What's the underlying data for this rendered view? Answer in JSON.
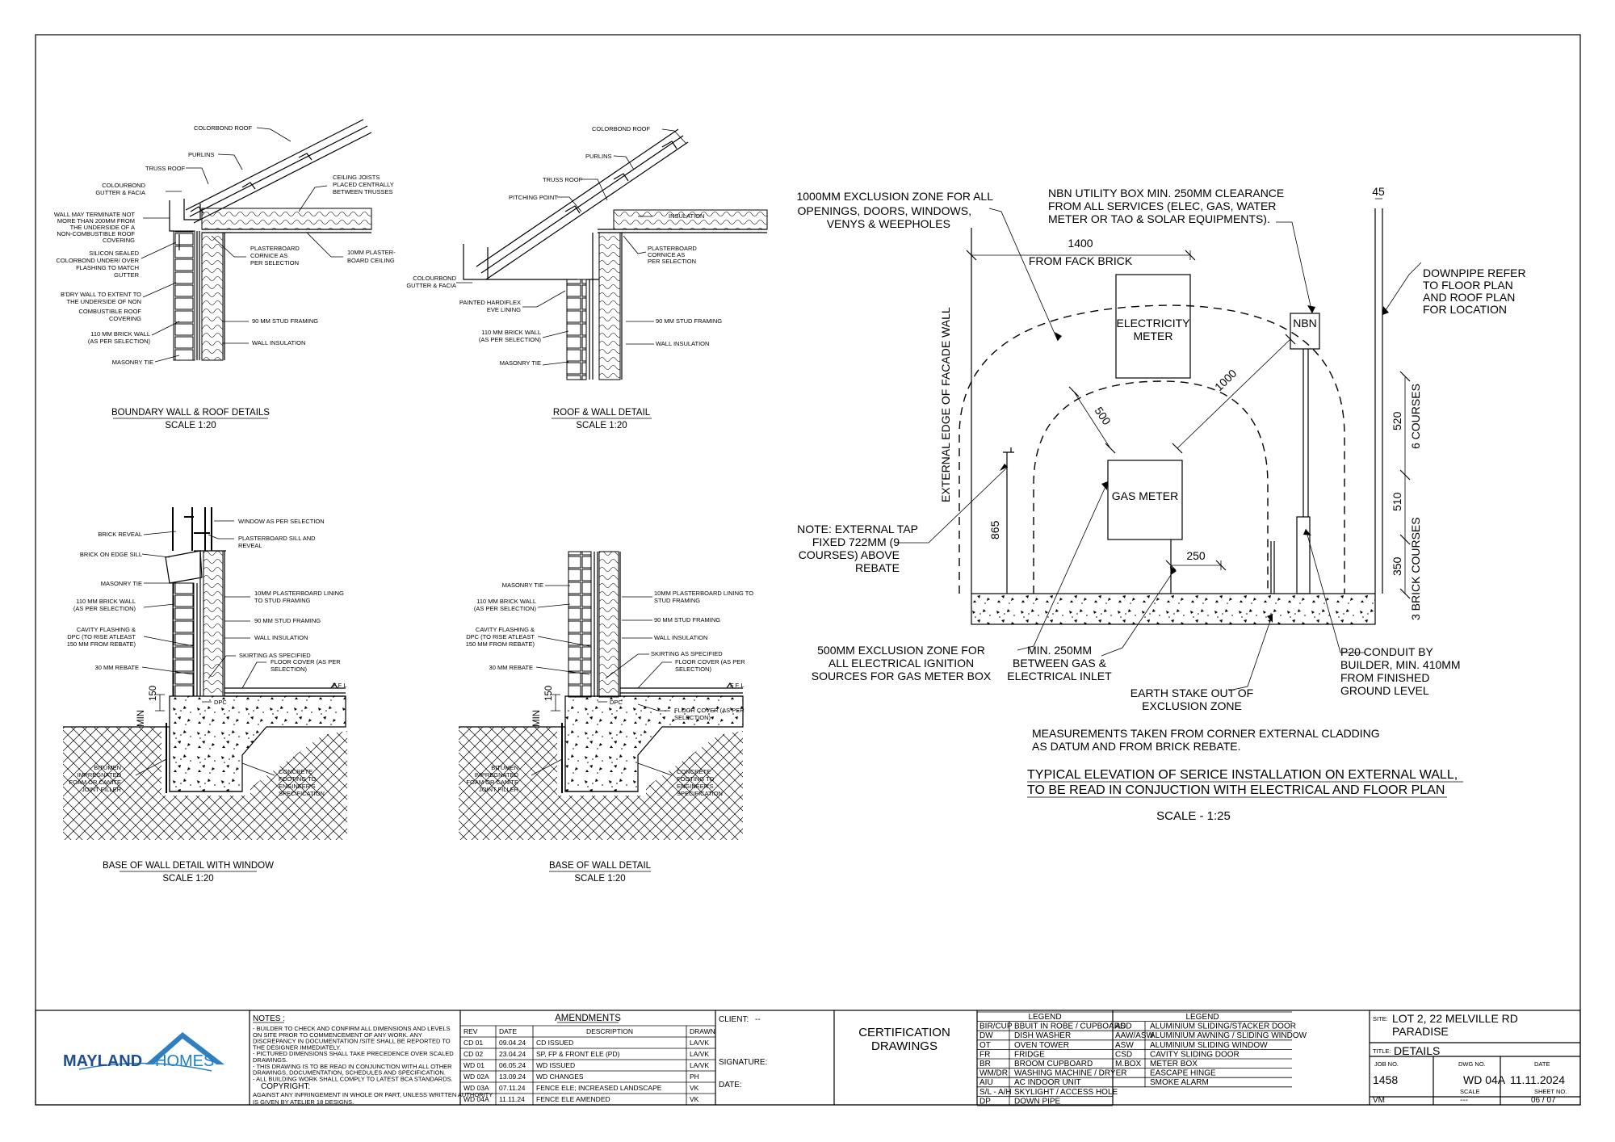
{
  "details": {
    "d1": {
      "title": "BOUNDARY WALL & ROOF DETAILS",
      "scale": "SCALE 1:20",
      "labels": {
        "colorbond_roof": "COLORBOND ROOF",
        "purlins": "PURLINS",
        "truss_roof": "TRUSS ROOF",
        "gutter_1": "COLOURBOND",
        "gutter_2": "GUTTER & FACIA",
        "wall_term_1": "WALL MAY TERMINATE NOT",
        "wall_term_2": "MORE THAN 200MM FROM",
        "wall_term_3": "THE UNDERSIDE OF A",
        "wall_term_4": "NON-COMBUSTIBLE ROOF",
        "wall_term_5": "COVERING",
        "silicon_1": "SILICON SEALED",
        "silicon_2": "COLORBOND UNDER/ OVER",
        "silicon_3": "FLASHING TO MATCH",
        "silicon_4": "GUTTER",
        "bdry_1": "B'DRY WALL TO EXTENT TO",
        "bdry_2": "THE UNDERSIDE OF NON",
        "bdry_3": "COMBUSTIBLE ROOF",
        "bdry_4": "COVERING",
        "brick_1": "110 MM BRICK WALL",
        "brick_2": "(AS PER SELECTION)",
        "masonry_tie": "MASONRY TIE",
        "joists_1": "CEILING JOISTS",
        "joists_2": "PLACED CENTRALLY",
        "joists_3": "BETWEEN TRUSSES",
        "pb_1": "PLASTERBOARD",
        "pb_2": "CORNICE AS",
        "pb_3": "PER SELECTION",
        "ceiling_1": "10MM PLASTER-",
        "ceiling_2": "BOARD CEILING",
        "stud": "90 MM STUD FRAMING",
        "insul": "WALL INSULATION"
      }
    },
    "d2": {
      "title": "ROOF & WALL DETAIL",
      "scale": "SCALE 1:20",
      "labels": {
        "colorbond_roof": "COLORBOND ROOF",
        "purlins": "PURLINS",
        "truss_roof": "TRUSS ROOF",
        "pitching": "PITCHING POINT",
        "insulation": "INSULATION",
        "pb_1": "PLASTERBOARD",
        "pb_2": "CORNICE AS",
        "pb_3": "PER SELECTION",
        "gutter_1": "COLOURBOND",
        "gutter_2": "GUTTER & FACIA",
        "hardiflex_1": "PAINTED HARDIFLEX",
        "hardiflex_2": "EVE LINING",
        "stud": "90 MM STUD FRAMING",
        "brick_1": "110 MM BRICK WALL",
        "brick_2": "(AS PER SELECTION)",
        "insul": "WALL INSULATION",
        "masonry_tie": "MASONRY TIE"
      }
    },
    "d3": {
      "title": "BASE OF WALL DETAIL WITH WINDOW",
      "scale": "SCALE 1:20",
      "labels": {
        "window": "WINDOW AS PER SELECTION",
        "brick_reveal": "BRICK REVEAL",
        "sill_1": "PLASTERBOARD SILL AND",
        "sill_2": "REVEAL",
        "edge_sill": "BRICK ON EDGE SILL",
        "masonry_tie": "MASONRY TIE",
        "lining_1": "10MM PLASTERBOARD LINING",
        "lining_2": "TO STUD FRAMING",
        "brick_1": "110 MM BRICK WALL",
        "brick_2": "(AS PER SELECTION)",
        "stud": "90 MM STUD FRAMING",
        "cav_1": "CAVITY FLASHING &",
        "cav_2": "DPC (TO RISE ATLEAST",
        "cav_3": "150 MM FROM REBATE)",
        "insul": "WALL INSULATION",
        "skirting": "SKIRTING AS SPECIFIED",
        "floor_1": "FLOOR COVER (AS PER",
        "floor_2": "SELECTION)",
        "rebate": "30 MM REBATE",
        "ffl": "F F L",
        "dpc": "DPC",
        "min": "MIN",
        "min_val": "150",
        "bit_1": "BITUMEN",
        "bit_2": "IMPREGNATED",
        "bit_3": "FOAM OR CANITE",
        "bit_4": "JOINT FILLER",
        "conc_1": "CONCRETE",
        "conc_2": "FOOTING TO",
        "conc_3": "ENGINEER'S",
        "conc_4": "SPECIFICATION"
      }
    },
    "d4": {
      "title": "BASE OF WALL DETAIL",
      "scale": "SCALE 1:20",
      "labels": {
        "masonry_tie": "MASONRY TIE",
        "lining_1": "10MM PLASTERBOARD LINING TO",
        "lining_2": "STUD FRAMING",
        "brick_1": "110 MM BRICK WALL",
        "brick_2": "(AS PER SELECTION)",
        "stud": "90 MM STUD FRAMING",
        "cav_1": "CAVITY FLASHING &",
        "cav_2": "DPC (TO RISE ATLEAST",
        "cav_3": "150 MM FROM REBATE)",
        "insul": "WALL INSULATION",
        "skirting": "SKIRTING AS SPECIFIED",
        "floor_1": "FLOOR COVER (AS PER",
        "floor_2": "SELECTION)",
        "rebate": "30 MM REBATE",
        "ffl": "F F L",
        "dpc": "DPC",
        "min": "MIN",
        "min_val": "150",
        "floor_b1": "FLOOR COVER (AS PER",
        "floor_b2": "SELECTION)",
        "bit_1": "BITUMEN",
        "bit_2": "IMPREGNATED",
        "bit_3": "FOAM OR CANITE",
        "bit_4": "JOINT FILLER",
        "conc_1": "CONCRETE",
        "conc_2": "FOOTING TO",
        "conc_3": "ENGINEER'S",
        "conc_4": "SPECIFICATION"
      }
    }
  },
  "elevation": {
    "excl1000_1": "1000MM EXCLUSION ZONE FOR ALL",
    "excl1000_2": "OPENINGS, DOORS, WINDOWS,",
    "excl1000_3": "VENYS & WEEPHOLES",
    "nbn_1": "NBN UTILITY BOX MIN. 250MM CLEARANCE",
    "nbn_2": "FROM ALL SERVICES (ELEC, GAS, WATER",
    "nbn_3": "METER OR TAO & SOLAR EQUIPMENTS).",
    "dim_1400": "1400",
    "from_fack": "FROM FACK BRICK",
    "dim_45": "45",
    "downpipe_1": "DOWNPIPE REFER",
    "downpipe_2": "TO FLOOR PLAN",
    "downpipe_3": "AND ROOF PLAN",
    "downpipe_4": "FOR LOCATION",
    "facade": "EXTERNAL EDGE OF FACADE WALL",
    "elec_1": "ELECTRICITY",
    "elec_2": "METER",
    "nbn_box": "NBN",
    "dim_1000": "1000",
    "dim_500": "500",
    "gas_meter": "GAS METER",
    "dim_865": "865",
    "dim_250": "250",
    "dim_520": "520",
    "courses_6": "6 COURSES",
    "dim_510": "510",
    "dim_350": "350",
    "courses_3": "3 BRICK COURSES",
    "tap_1": "NOTE: EXTERNAL TAP",
    "tap_2": "FIXED 722MM (9",
    "tap_3": "COURSES) ABOVE",
    "tap_4": "REBATE",
    "excl500_1": "500MM EXCLUSION ZONE FOR",
    "excl500_2": "ALL ELECTRICAL IGNITION",
    "excl500_3": "SOURCES FOR GAS METER BOX",
    "min250_1": "MIN. 250MM",
    "min250_2": "BETWEEN GAS &",
    "min250_3": "ELECTRICAL INLET",
    "earth_1": "EARTH STAKE OUT OF",
    "earth_2": "EXCLUSION ZONE",
    "p20_1": "P20 CONDUIT BY",
    "p20_2": "BUILDER, MIN. 410MM",
    "p20_3": "FROM FINISHED",
    "p20_4": "GROUND LEVEL",
    "meas_1": "MEASUREMENTS TAKEN FROM CORNER EXTERNAL CLADDING",
    "meas_2": "AS DATUM AND FROM BRICK REBATE.",
    "title_1": "TYPICAL ELEVATION OF SERICE INSTALLATION ON EXTERNAL WALL,",
    "title_2": "TO BE READ IN CONJUCTION WITH ELECTRICAL AND FLOOR PLAN",
    "scale": "SCALE - 1:25"
  },
  "titleblock": {
    "logo_a": "MAYLAND",
    "logo_b": "HOMES",
    "notes_title": "NOTES :",
    "notes": [
      "-    BUILDER TO CHECK AND CONFIRM ALL DIMENSIONS AND LEVELS",
      "     ON SITE PRIOR TO COMMENCEMENT OF ANY WORK. ANY",
      "     DISCREPANCY IN DOCUMENTATION /SITE SHALL BE REPORTED TO",
      "     THE DESIGNER IMMEDIATELY.",
      "-    PICTURED DIMENSIONS SHALL TAKE PRECEDENCE OVER SCALED",
      "     DRAWINGS.",
      "-    THIS DRAWING IS TO BE READ IN CONJUNCTION WITH ALL OTHER",
      "     DRAWINGS, DOCUMENTATION, SCHEDULES AND SPECIFICATION.",
      "-    ALL BUILDING WORK SHALL COMPLY TO LATEST BCA STANDARDS."
    ],
    "copyright": "COPYRIGHT:",
    "infringe_1": "AGAINST ANY INFRINGEMENT IN WHOLE OR PART, UNLESS WRITTEN AUTHORITY",
    "infringe_2": "IS GIVEN BY ATELIER 18 DESIGNS.",
    "amendments_title": "AMENDMENTS",
    "amend_headers": [
      "REV",
      "DATE",
      "DESCRIPTION",
      "DRAWN"
    ],
    "amendments": [
      [
        "CD 01",
        "09.04.24",
        "CD ISSUED",
        "LA/VK"
      ],
      [
        "CD 02",
        "23.04.24",
        "SP, FP & FRONT ELE (PD)",
        "LA/VK"
      ],
      [
        "WD 01",
        "06.05.24",
        "WD ISSUED",
        "LA/VK"
      ],
      [
        "WD 02A",
        "13.09.24",
        "WD CHANGES",
        "PH"
      ],
      [
        "WD 03A",
        "07.11.24",
        "FENCE ELE; INCREASED LANDSCAPE",
        "VK"
      ],
      [
        "WD 04A",
        "11.11.24",
        "FENCE ELE AMENDED",
        "VK"
      ]
    ],
    "client_label": "CLIENT:",
    "client_value": "--",
    "signature_label": "SIGNATURE:",
    "date_label": "DATE:",
    "cert_1": "CERTIFICATION",
    "cert_2": "DRAWINGS",
    "legend_title": "LEGEND",
    "legend1": [
      [
        "BIR/CUP",
        "BBUIT IN ROBE / CUPBOARD"
      ],
      [
        "DW",
        "DISH WASHER"
      ],
      [
        "OT",
        "OVEN TOWER"
      ],
      [
        "FR",
        "FRIDGE"
      ],
      [
        "BR",
        "BROOM CUPBOARD"
      ],
      [
        "WM/DR",
        "WASHING MACHINE / DRYER"
      ],
      [
        "AIU",
        "AC INDOOR UNIT"
      ],
      [
        "S/L - A/H",
        "SKYLIGHT / ACCESS HOLE"
      ],
      [
        "DP",
        "DOWN PIPE"
      ]
    ],
    "legend2": [
      [
        "ASD",
        "ALUMINIUM SLIDING/STACKER DOOR"
      ],
      [
        "AAW/ASW",
        "ALUMINIUM AWNING / SLIDING WINDOW"
      ],
      [
        "ASW",
        "ALUMINIUM SLIDING WINDOW"
      ],
      [
        "CSD",
        "CAVITY SLIDING DOOR"
      ],
      [
        "M.BOX",
        "METER BOX"
      ],
      [
        "",
        "EASCAPE HINGE"
      ],
      [
        "",
        "SMOKE ALARM"
      ]
    ],
    "site_label": "SITE:",
    "site_1": "LOT 2, 22 MELVILLE RD",
    "site_2": "PARADISE",
    "title_label": "TITLE:",
    "title_value": "DETAILS",
    "job_label": "JOB NO.",
    "job_value": "1458",
    "dwg_label": "DWG NO.",
    "dwg_value": "WD 04A",
    "date_label2": "DATE",
    "date_value": "11.11.2024",
    "scale_label": "SCALE",
    "scale_value": "---",
    "sheet_label": "SHEET NO.",
    "sheet_value": "06 / 07",
    "drawn_value": "VM"
  }
}
